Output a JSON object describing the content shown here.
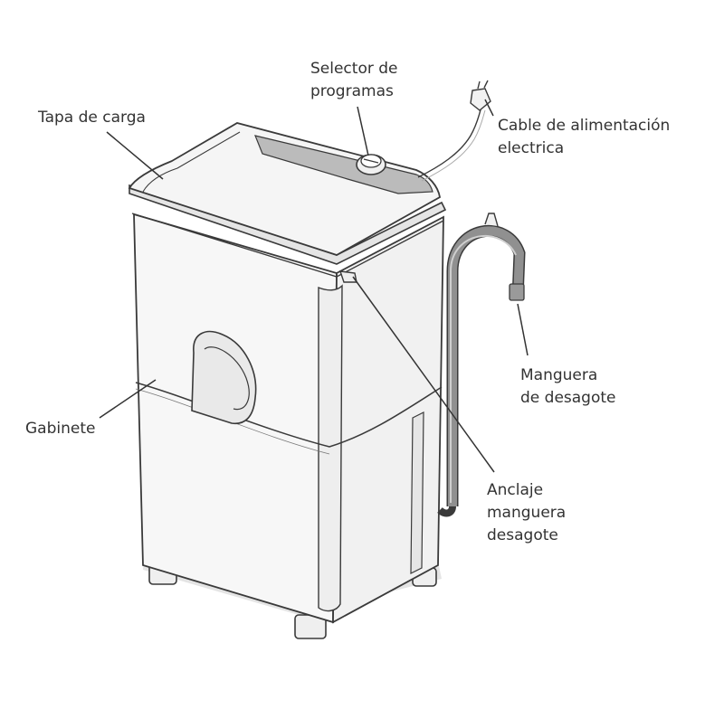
{
  "labels": {
    "tapa_de_carga": [
      "Tapa de carga"
    ],
    "selector_de_programas": [
      "Selector de",
      "programas"
    ],
    "cable_de_alimentacion": [
      "Cable de alimentación",
      "electrica"
    ],
    "gabinete": [
      "Gabinete"
    ],
    "manguera_de_desagote": [
      "Manguera",
      "de desagote"
    ],
    "anclaje_manguera_desagote": [
      "Anclaje",
      "manguera",
      "desagote"
    ]
  },
  "colors": {
    "outline": "#3a3a3a",
    "panel_gray": "#b9b9b9",
    "hose_gray": "#8f8f8f",
    "body_fill": "#f6f6f6",
    "shadow": "#dcdcdc",
    "text": "#333333"
  }
}
